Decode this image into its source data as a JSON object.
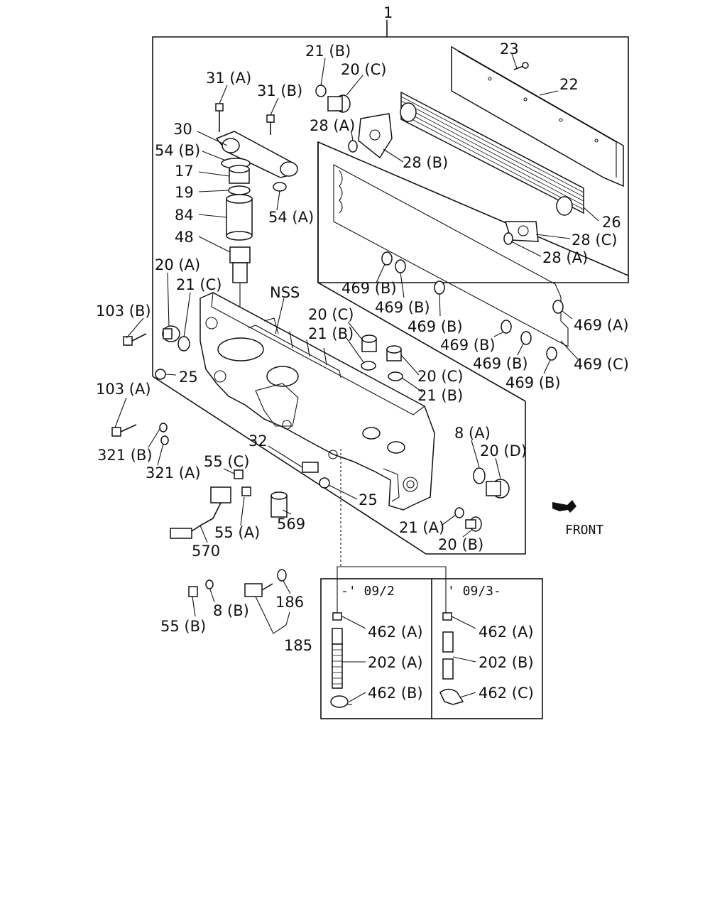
{
  "assembly_number": "1",
  "front_label": "FRONT",
  "variants": {
    "left": "-' 09/2",
    "right": "' 09/3-"
  },
  "callouts": {
    "c1": "31 (A)",
    "c2": "31 (B)",
    "c3": "30",
    "c4": "54 (B)",
    "c5": "17",
    "c6": "19",
    "c7": "84",
    "c8": "48",
    "c9": "20 (A)",
    "c10": "21 (C)",
    "c11": "103 (B)",
    "c12": "25",
    "c13": "103 (A)",
    "c14": "321 (B)",
    "c15": "321 (A)",
    "c16": "55 (C)",
    "c17": "55 (A)",
    "c18": "570",
    "c19": "569",
    "c20": "32",
    "c21": "25",
    "c22": "55 (B)",
    "c23": "8 (B)",
    "c24": "186",
    "c25": "185",
    "c26": "21 (B)",
    "c27": "20 (C)",
    "c28": "28 (A)",
    "c29": "28 (B)",
    "c30": "54 (A)",
    "c31": "23",
    "c32": "22",
    "c33": "26",
    "c34": "28 (C)",
    "c35": "28 (A)",
    "c36": "469 (B)",
    "c37": "469 (B)",
    "c38": "469 (B)",
    "c39": "469 (B)",
    "c40": "469 (B)",
    "c41": "469 (B)",
    "c42": "469 (A)",
    "c43": "469 (C)",
    "c44": "NSS",
    "c45": "20 (C)",
    "c46": "21 (B)",
    "c47": "20 (C)",
    "c48": "21 (B)",
    "c49": "8 (A)",
    "c50": "20 (D)",
    "c51": "21 (A)",
    "c52": "20 (B)",
    "c53": "462 (A)",
    "c54": "202 (A)",
    "c55": "462 (B)",
    "c56": "462 (A)",
    "c57": "202 (B)",
    "c58": "462 (C)"
  }
}
